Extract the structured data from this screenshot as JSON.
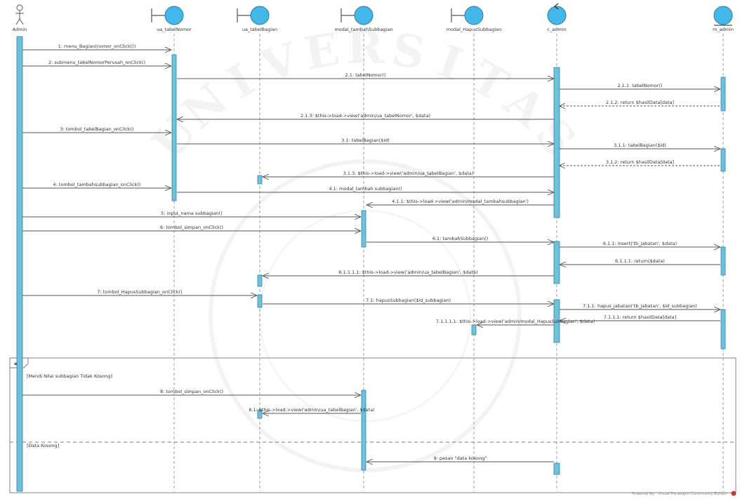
{
  "participants": [
    {
      "id": "admin",
      "kind": "actor",
      "label": "Admin"
    },
    {
      "id": "ui_tabelnomor",
      "kind": "boundary",
      "label": "ua_tabelNomor"
    },
    {
      "id": "ui_tabelbagian",
      "kind": "boundary",
      "label": "ua_tabelBagian"
    },
    {
      "id": "modal_tambah",
      "kind": "boundary",
      "label": "modal_tambahSubbagian"
    },
    {
      "id": "modal_hapus",
      "kind": "boundary",
      "label": "modal_HapusSubbagian"
    },
    {
      "id": "c_admin",
      "kind": "control",
      "label": "c_admin"
    },
    {
      "id": "m_admin",
      "kind": "entity",
      "label": "m_admin"
    }
  ],
  "messages": [
    {
      "label": "1: menu_Bagian(nomor_onClick())"
    },
    {
      "label": "2: submenu_tabelNomorPerusah_onClick()"
    },
    {
      "label": "2.1: tabelNomor()"
    },
    {
      "label": "2.1.1: tabelNomor()"
    },
    {
      "label": "2.1.2: return $hasilData[data]"
    },
    {
      "label": "2.1.3: $this->load->view('admin/ua_tabelNomor', $data)"
    },
    {
      "label": "3: tombol_tabelBagian_onClick()"
    },
    {
      "label": "3.1: tabelBagian($id)"
    },
    {
      "label": "3.1.1: tabelBagian($id)"
    },
    {
      "label": "3.1.2: return $hasilData[data]"
    },
    {
      "label": "3.1.3: $this->load->view('admin/ua_tabelBagian', $data)"
    },
    {
      "label": "4: tombol_tambahsubbagian_onClick()"
    },
    {
      "label": "4.1: modal_tambah subbagian()"
    },
    {
      "label": "4.1.1: $this->load->view('admin/modal_tambahsubbagian')"
    },
    {
      "label": "5: input_nama subbagian()"
    },
    {
      "label": "6: tombol_simpan_onClick()"
    },
    {
      "label": "6.1: tambahSubbagian()"
    },
    {
      "label": "6.1.1: insert('tb_jabatan', $data)"
    },
    {
      "label": "6.1.1.1: return($data)"
    },
    {
      "label": "6.1.1.1.1: $this->load->view('admin/ua_tabelBagian', $data)"
    },
    {
      "label": "7: tombol_HapusSubbagian_onClick()"
    },
    {
      "label": "7.1: hapusSubbagian($id_subbagian)"
    },
    {
      "label": "7.1.1: hapus_jabatan('tb_jabatan', $id_subbagian)"
    },
    {
      "label": "7.1.1.1: return $hasilData[data]"
    },
    {
      "label": "7.1.1.1.1: $this->load->view('admin/modal_HapusSubbagian', $data)"
    },
    {
      "label": "8: tombol_simpan_onClick()"
    },
    {
      "label": "8.1: $this->load->view('admin/ua_tabelBagian', $data)"
    },
    {
      "label": "9: pesan \"data kosong\""
    }
  ],
  "fragment": {
    "operator": "alt",
    "guard1": "[Mendi Nilai subbagian Tidak Kosong]",
    "guard2": "[Data Kosong]"
  },
  "footer": "Powered By : Visual Paradigm Community Edition",
  "watermark": "UNIVERSITAS",
  "colors": {
    "lifeline_fill": "#6ec1db",
    "lifeline_stroke": "#2e86a8",
    "line": "#555555",
    "icon_fill": "#44b6e8"
  }
}
